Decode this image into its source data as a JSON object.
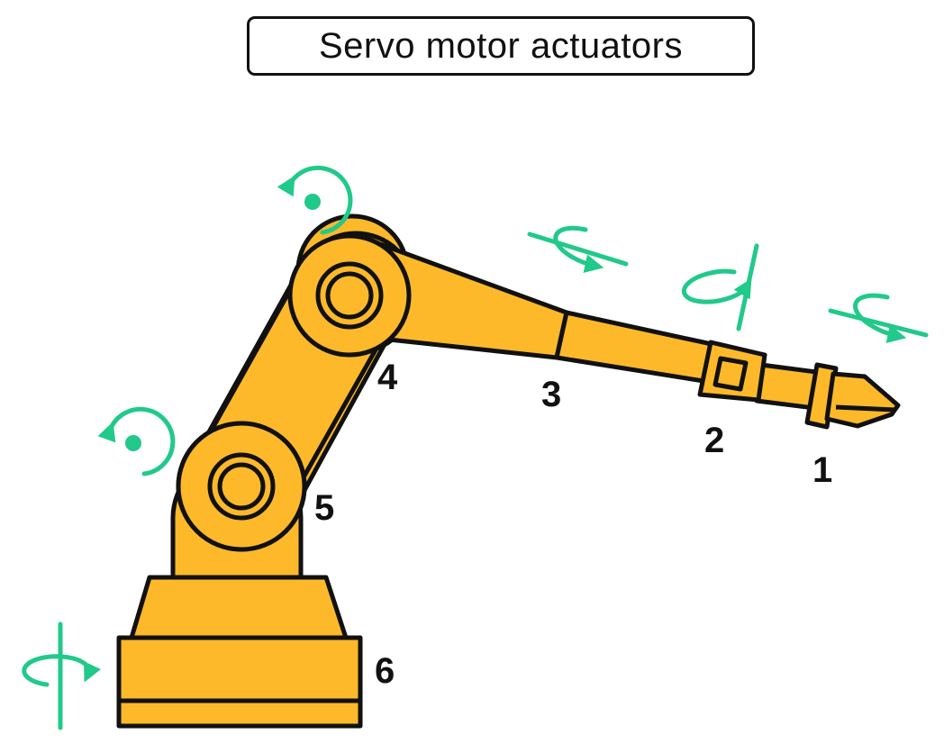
{
  "title": "Servo motor actuators",
  "colors": {
    "arm_fill": "#FDB92A",
    "outline": "#111111",
    "rotation_indicator": "#21C98A",
    "background": "#FFFFFF"
  },
  "joints": [
    {
      "number": "1",
      "rotation_icon": "axis-rotation-icon"
    },
    {
      "number": "2",
      "rotation_icon": "axis-rotation-icon"
    },
    {
      "number": "3",
      "rotation_icon": "axis-rotation-icon"
    },
    {
      "number": "4",
      "rotation_icon": "in-plane-rotation-icon"
    },
    {
      "number": "5",
      "rotation_icon": "in-plane-rotation-icon"
    },
    {
      "number": "6",
      "rotation_icon": "vertical-axis-rotation-icon"
    }
  ]
}
